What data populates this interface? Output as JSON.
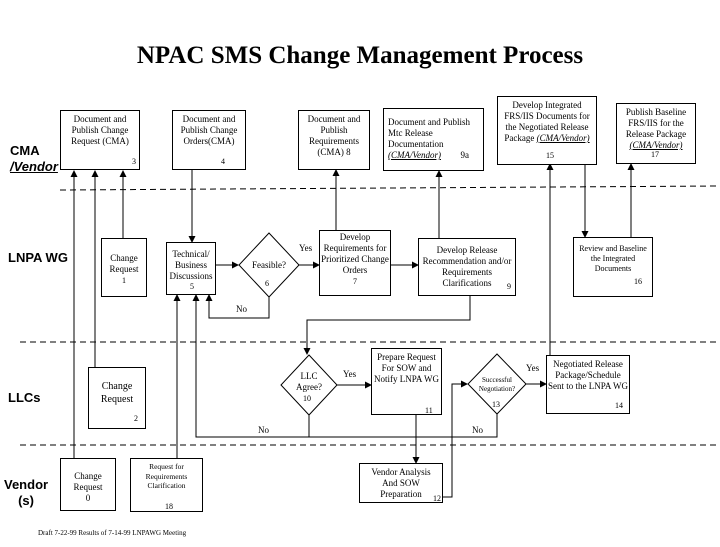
{
  "title": "NPAC SMS Change Management Process",
  "lanes": {
    "cma": "CMA",
    "cma_vendor": "/Vendor",
    "lnpa": "LNPA WG",
    "llcs": "LLCs",
    "vendor": "Vendor",
    "vendor_s": "(s)"
  },
  "steps": {
    "s3": {
      "text": "Document and Publish Change Request (CMA)",
      "num": "3"
    },
    "s4": {
      "text": "Document and Publish Change Orders(CMA)",
      "num": "4"
    },
    "s8": {
      "text": "Document and Publish Requirements (CMA) 8"
    },
    "s9a": {
      "text": "Document and Publish Mtc Release Documentation",
      "italic": "(CMA/Vendor)",
      "num": "9a"
    },
    "s15": {
      "text": "Develop Integrated FRS/IIS Documents for the Negotiated Release Package",
      "italic": "(CMA/Vendor)",
      "num": "15"
    },
    "s17": {
      "text": "Publish  Baseline FRS/IIS for the Release Package",
      "italic": "(CMA/Vendor)",
      "num": "17"
    },
    "s1": {
      "text": "Change Request",
      "num": "1"
    },
    "s5": {
      "text": "Technical/ Business Discussions",
      "num": "5"
    },
    "s6": {
      "text": "Feasible?",
      "num": "6"
    },
    "s7": {
      "text": "Develop Requirements for Prioritized Change Orders",
      "num": "7"
    },
    "s9": {
      "text": "Develop Release Recommendation and/or Requirements Clarifications",
      "num": "9"
    },
    "s16": {
      "text": "Review and Baseline the Integrated Documents",
      "num": "16"
    },
    "s2": {
      "text": "Change Request",
      "num": "2"
    },
    "s10": {
      "text": "LLC Agree?",
      "num": "10"
    },
    "s11": {
      "text": "Prepare Request For SOW and Notify LNPA WG",
      "num": "11"
    },
    "s13": {
      "text": "Successful Negotiation?",
      "num": "13"
    },
    "s14": {
      "text": "Negotiated Release Package/Schedule Sent to the LNPA WG",
      "num": "14"
    },
    "s0": {
      "text": "Change Request",
      "num": "0"
    },
    "s18": {
      "text": "Request for Requirements Clarification",
      "num": "18"
    },
    "s12": {
      "text": "Vendor Analysis And SOW Preparation",
      "num": "12"
    }
  },
  "labels": {
    "yes6": "Yes",
    "no6": "No",
    "yes10": "Yes",
    "no10": "No",
    "yes13": "Yes",
    "no13": "No"
  },
  "footer": "Draft  7-22-99 Results of 7-14-99 LNPAWG Meeting"
}
